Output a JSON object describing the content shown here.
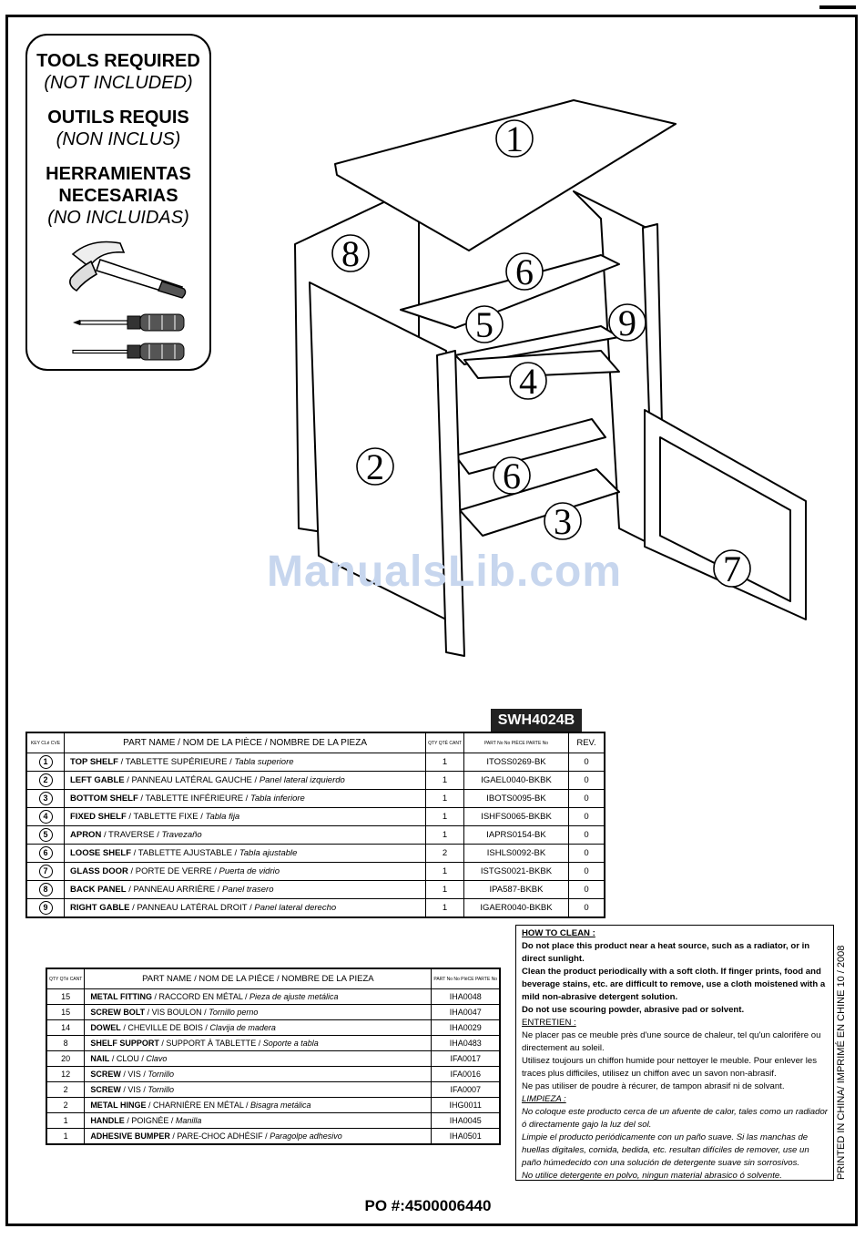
{
  "tools": {
    "en_title": "TOOLS REQUIRED",
    "en_note": "(NOT INCLUDED)",
    "fr_title": "OUTILS REQUIS",
    "fr_note": "(NON INCLUS)",
    "es_title_1": "HERRAMIENTAS",
    "es_title_2": "NECESARIAS",
    "es_note": "(NO INCLUIDAS)"
  },
  "diagram": {
    "callouts": [
      "1",
      "2",
      "3",
      "4",
      "5",
      "6",
      "6",
      "7",
      "8",
      "9"
    ]
  },
  "watermark": "ManualsLib.com",
  "model": "SWH4024B",
  "parts_table": {
    "headers": {
      "key": "KEY CLé CVE",
      "name": "PART NAME / NOM DE LA PIÈCE / NOMBRE DE LA PIEZA",
      "qty": "QTY QTÉ CANT",
      "partno": "PART No No PIÈCE PARTE No",
      "rev": "REV."
    },
    "rows": [
      {
        "key": "1",
        "en": "TOP SHELF",
        "fr": " / TABLETTE SUPÉRIEURE / ",
        "es": "Tabla superiore",
        "qty": "1",
        "part": "ITOSS0269-BK",
        "rev": "0"
      },
      {
        "key": "2",
        "en": "LEFT GABLE",
        "fr": " / PANNEAU LATÉRAL GAUCHE / ",
        "es": "Panel lateral izquierdo",
        "qty": "1",
        "part": "IGAEL0040-BKBK",
        "rev": "0"
      },
      {
        "key": "3",
        "en": "BOTTOM SHELF",
        "fr": " / TABLETTE INFÉRIEURE / ",
        "es": "Tabla inferiore",
        "qty": "1",
        "part": "IBOTS0095-BK",
        "rev": "0"
      },
      {
        "key": "4",
        "en": "FIXED SHELF",
        "fr": " / TABLETTE FIXE / ",
        "es": "Tabla fija",
        "qty": "1",
        "part": "ISHFS0065-BKBK",
        "rev": "0"
      },
      {
        "key": "5",
        "en": "APRON",
        "fr": " / TRAVERSE / ",
        "es": "Travezaño",
        "qty": "1",
        "part": "IAPRS0154-BK",
        "rev": "0"
      },
      {
        "key": "6",
        "en": "LOOSE SHELF",
        "fr": " / TABLETTE AJUSTABLE / ",
        "es": "Tabla ajustable",
        "qty": "2",
        "part": "ISHLS0092-BK",
        "rev": "0"
      },
      {
        "key": "7",
        "en": "GLASS DOOR",
        "fr": " / PORTE DE VERRE / ",
        "es": "Puerta de vidrio",
        "qty": "1",
        "part": "ISTGS0021-BKBK",
        "rev": "0"
      },
      {
        "key": "8",
        "en": "BACK PANEL",
        "fr": " / PANNEAU ARRIÈRE / ",
        "es": "Panel trasero",
        "qty": "1",
        "part": "IPA587-BKBK",
        "rev": "0"
      },
      {
        "key": "9",
        "en": "RIGHT GABLE",
        "fr": " / PANNEAU  LATÉRAL DROIT / ",
        "es": "Panel lateral derecho",
        "qty": "1",
        "part": "IGAER0040-BKBK",
        "rev": "0"
      }
    ]
  },
  "hardware_table": {
    "headers": {
      "qty": "QTY QTé CANT",
      "name": "PART NAME / NOM DE LA PIÉCE / NOMBRE DE LA PIEZA",
      "partno": "PART No No PIèCE PARTE No"
    },
    "rows": [
      {
        "qty": "15",
        "en": "METAL FITTING",
        "fr": " / RACCORD EN MÉTAL / ",
        "es": "Pieza de ajuste metálica",
        "part": "IHA0048"
      },
      {
        "qty": "15",
        "en": "SCREW BOLT",
        "fr": " / VIS BOULON / ",
        "es": "Tornillo perno",
        "part": "IHA0047"
      },
      {
        "qty": "14",
        "en": "DOWEL",
        "fr": " / CHEVILLE DE BOIS / ",
        "es": "Clavija de madera",
        "part": "IHA0029"
      },
      {
        "qty": "8",
        "en": "SHELF SUPPORT",
        "fr": " / SUPPORT À TABLETTE / ",
        "es": "Soporte a tabla",
        "part": "IHA0483"
      },
      {
        "qty": "20",
        "en": "NAIL",
        "fr": " / CLOU / ",
        "es": "Clavo",
        "part": "IFA0017"
      },
      {
        "qty": "12",
        "en": "SCREW",
        "fr": " /  VIS / ",
        "es": "Tornillo",
        "part": "IFA0016"
      },
      {
        "qty": "2",
        "en": "SCREW",
        "fr": " / VIS / ",
        "es": "Tornillo",
        "part": "IFA0007"
      },
      {
        "qty": "2",
        "en": "METAL HINGE",
        "fr": " / CHARNIÈRE EN MÉTAL / ",
        "es": "Bisagra metálica",
        "part": "IHG0011"
      },
      {
        "qty": "1",
        "en": "HANDLE",
        "fr": " / POIGNÉE / ",
        "es": "Manilla",
        "part": "IHA0045"
      },
      {
        "qty": "1",
        "en": "ADHESIVE BUMPER",
        "fr": " / PARE-CHOC ADHÉSIF / ",
        "es": "Paragolpe adhesivo",
        "part": "IHA0501"
      }
    ]
  },
  "cleaning": {
    "en_head": "HOW TO CLEAN :",
    "en_1": "Do not place this product near a heat source, such as a radiator, or in direct sunlight.",
    "en_2": "Clean the product periodically with a soft cloth. If finger prints, food and beverage stains, etc. are difficult to remove, use a cloth moistened with a mild non-abrasive detergent solution.",
    "en_3": "Do not use scouring powder, abrasive pad or solvent.",
    "fr_head": "ENTRETIEN :",
    "fr_1": "Ne placer pas ce meuble près d'une source de chaleur, tel qu'un calorifère ou directement au soleil.",
    "fr_2": "Utilisez toujours un chiffon humide pour nettoyer le meuble. Pour enlever les traces plus difficiles, utilisez un chiffon avec un savon non-abrasif.",
    "fr_3": "Ne pas utiliser de poudre à récurer, de tampon abrasif ni de solvant.",
    "es_head": "LIMPIEZA :",
    "es_1": "No coloque este producto cerca de un afuente de calor, tales como un radiador ó directamente gajo la luz del sol.",
    "es_2": "Limpie el producto periódicamente con un paño suave. Si las manchas de huellas digitales, comida, bedida, etc. resultan difíciles de remover, use un paño húmedecido con una solución de detergente suave sin sorrosivos.",
    "es_3": "No utilice detergente en polvo, ningun material abrasico ó solvente."
  },
  "printed": "PRINTED IN CHINA/ IMPRIMÉ  EN  CHINE   10 / 2008",
  "po": "PO #:4500006440"
}
